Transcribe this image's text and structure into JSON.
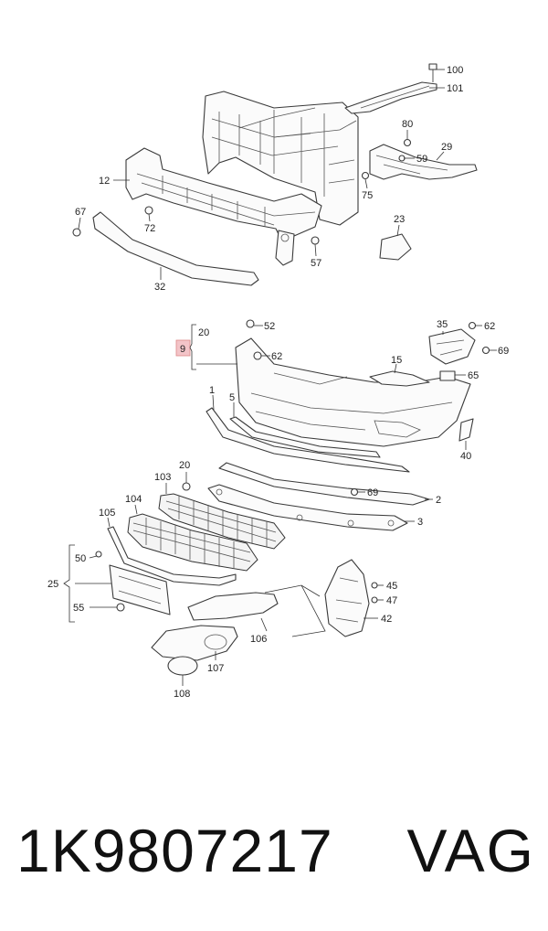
{
  "diagram": {
    "callouts": {
      "c100": "100",
      "c101": "101",
      "c80": "80",
      "c59": "59",
      "c29": "29",
      "c75": "75",
      "c12": "12",
      "c67": "67",
      "c72": "72",
      "c23": "23",
      "c57": "57",
      "c32": "32",
      "c20a": "20",
      "c9": "9",
      "c52": "52",
      "c62a": "62",
      "c35": "35",
      "c62b": "62",
      "c69a": "69",
      "c15": "15",
      "c65": "65",
      "c1": "1",
      "c5": "5",
      "c40": "40",
      "c20b": "20",
      "c103": "103",
      "c69b": "69",
      "c2": "2",
      "c104": "104",
      "c3": "3",
      "c105": "105",
      "c50": "50",
      "c25": "25",
      "c55": "55",
      "c45": "45",
      "c47": "47",
      "c42": "42",
      "c106": "106",
      "c107": "107",
      "c108": "108"
    }
  },
  "footer": {
    "part_number": "1K9807217",
    "brand": "VAG"
  },
  "colors": {
    "highlight_box": "#f3c4c8",
    "line": "#3a3a3a"
  }
}
